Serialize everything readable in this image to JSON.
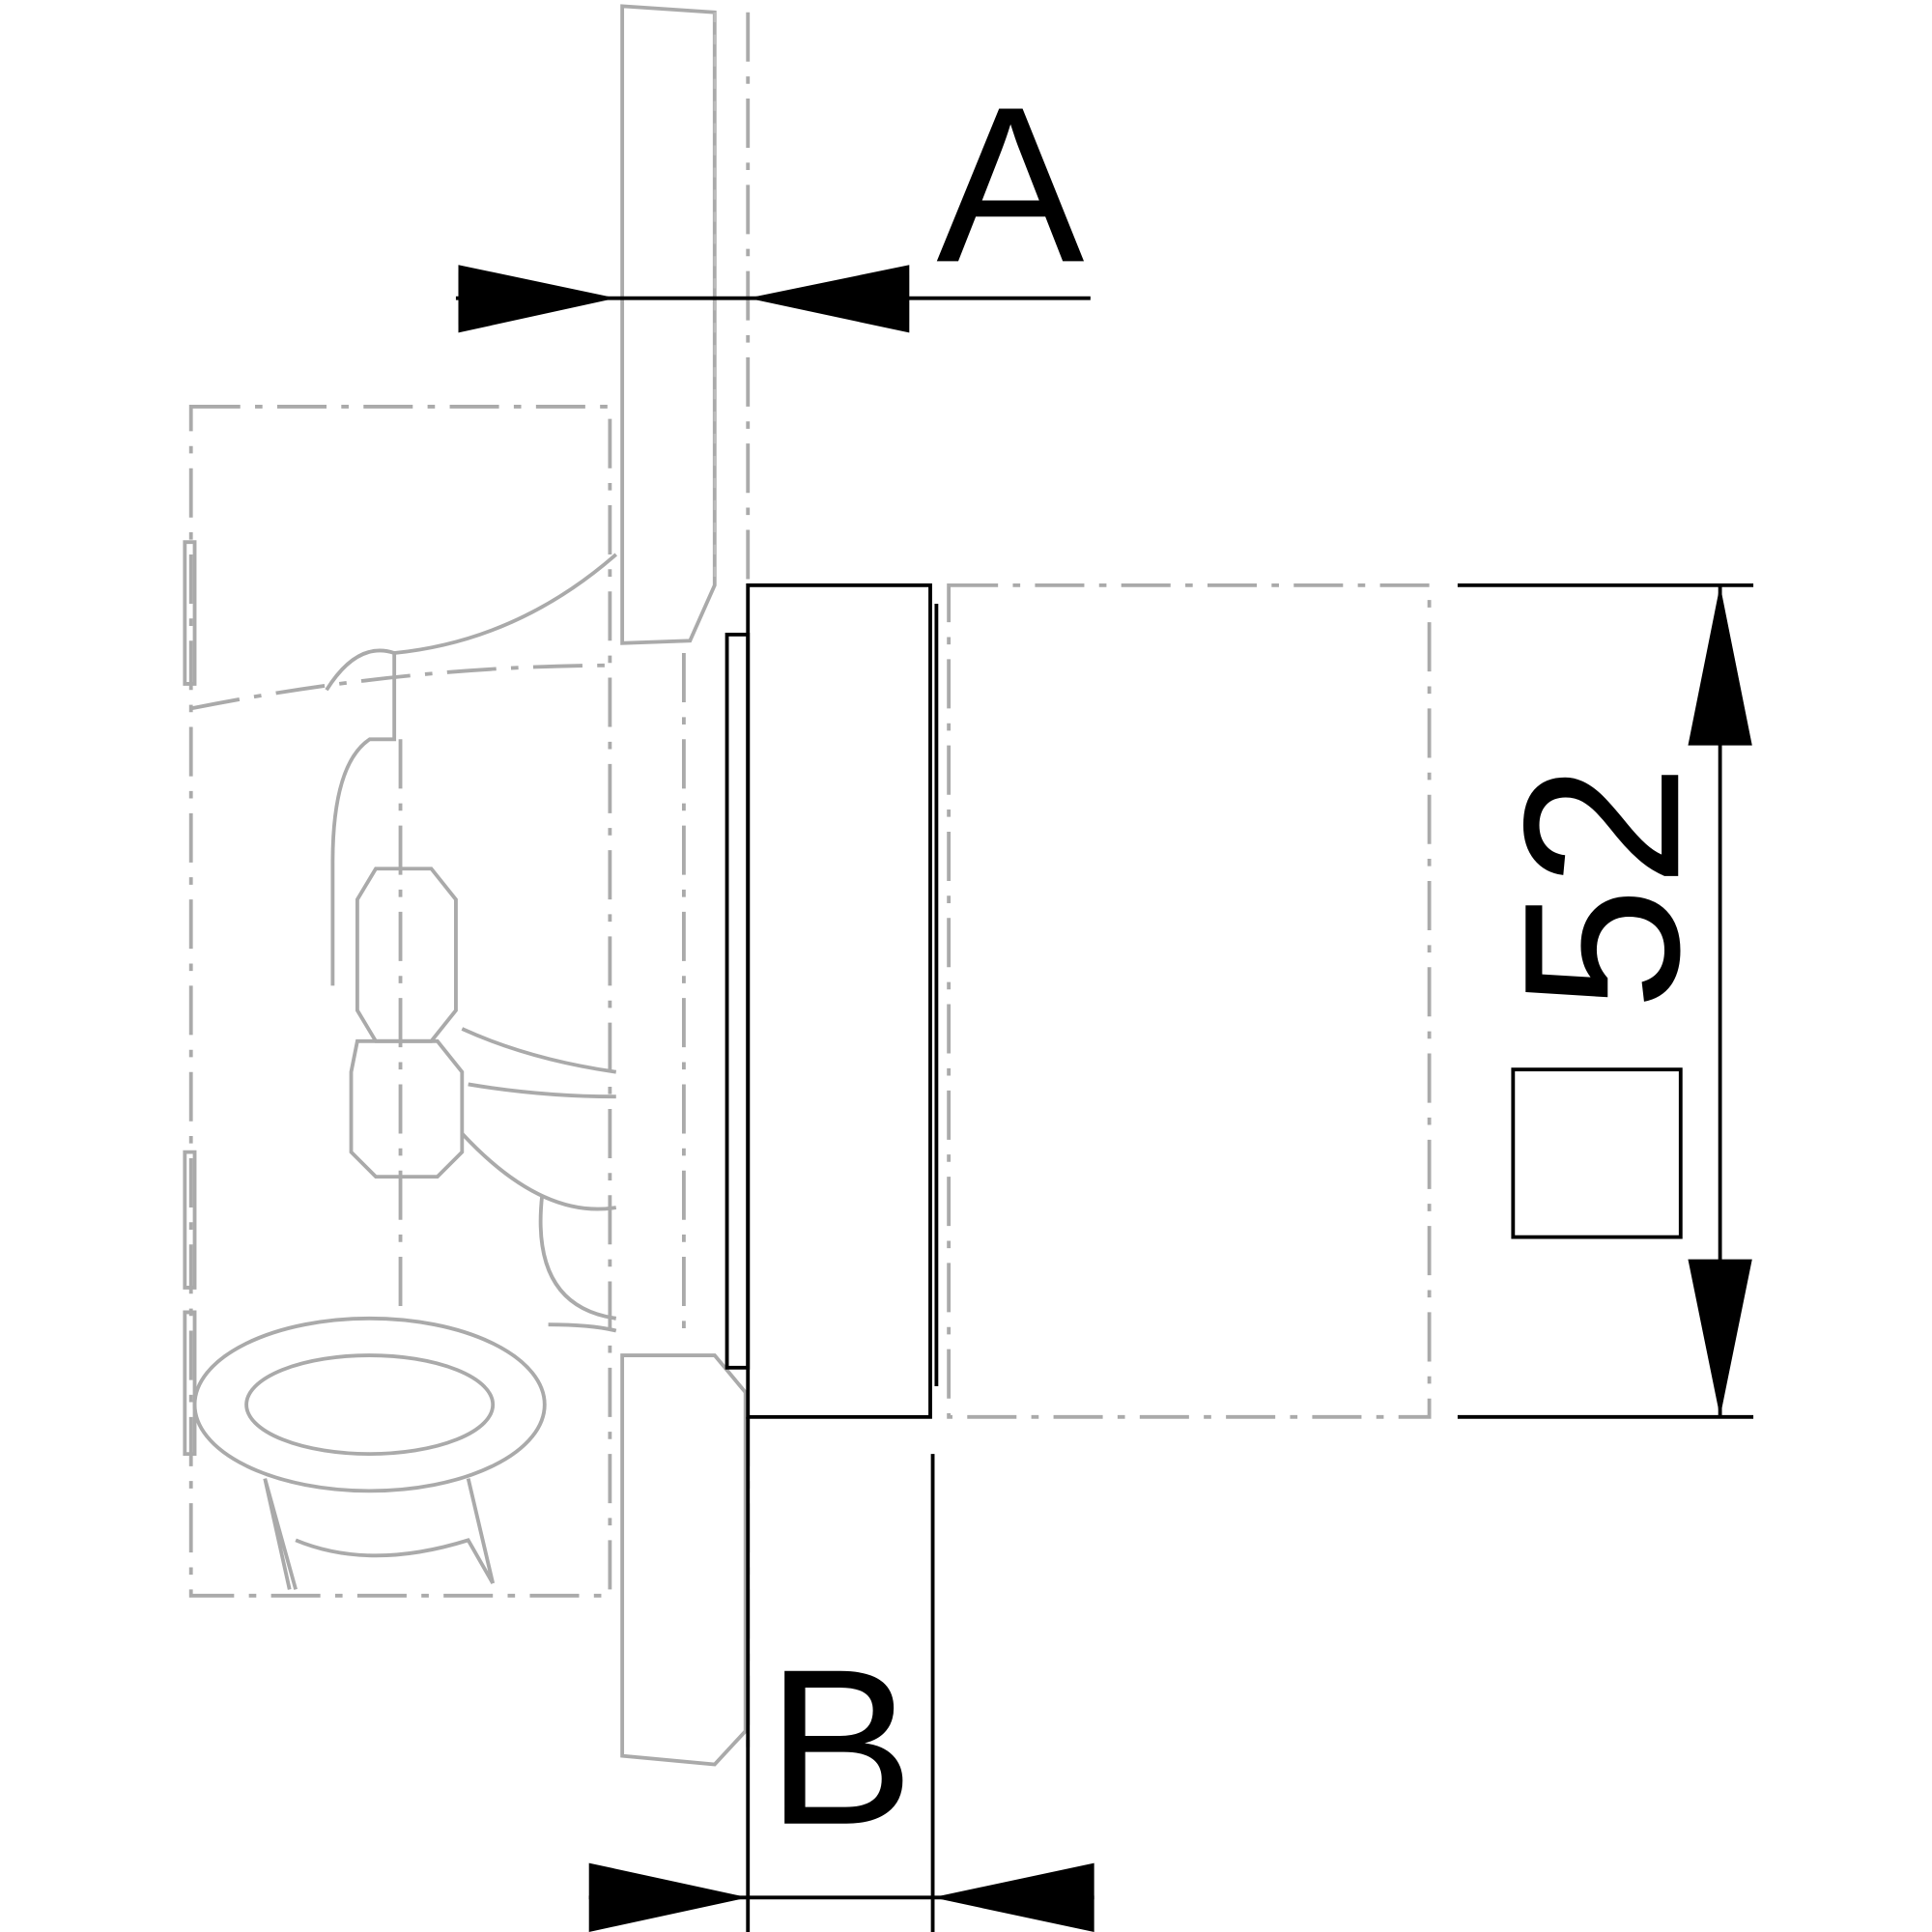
{
  "dimensions": {
    "a_label": "A",
    "b_label": "B",
    "height_value": "52",
    "square_symbol": "□"
  },
  "colors": {
    "line": "#000000",
    "hidden": "#aaaaaa",
    "background": "#ffffff"
  }
}
